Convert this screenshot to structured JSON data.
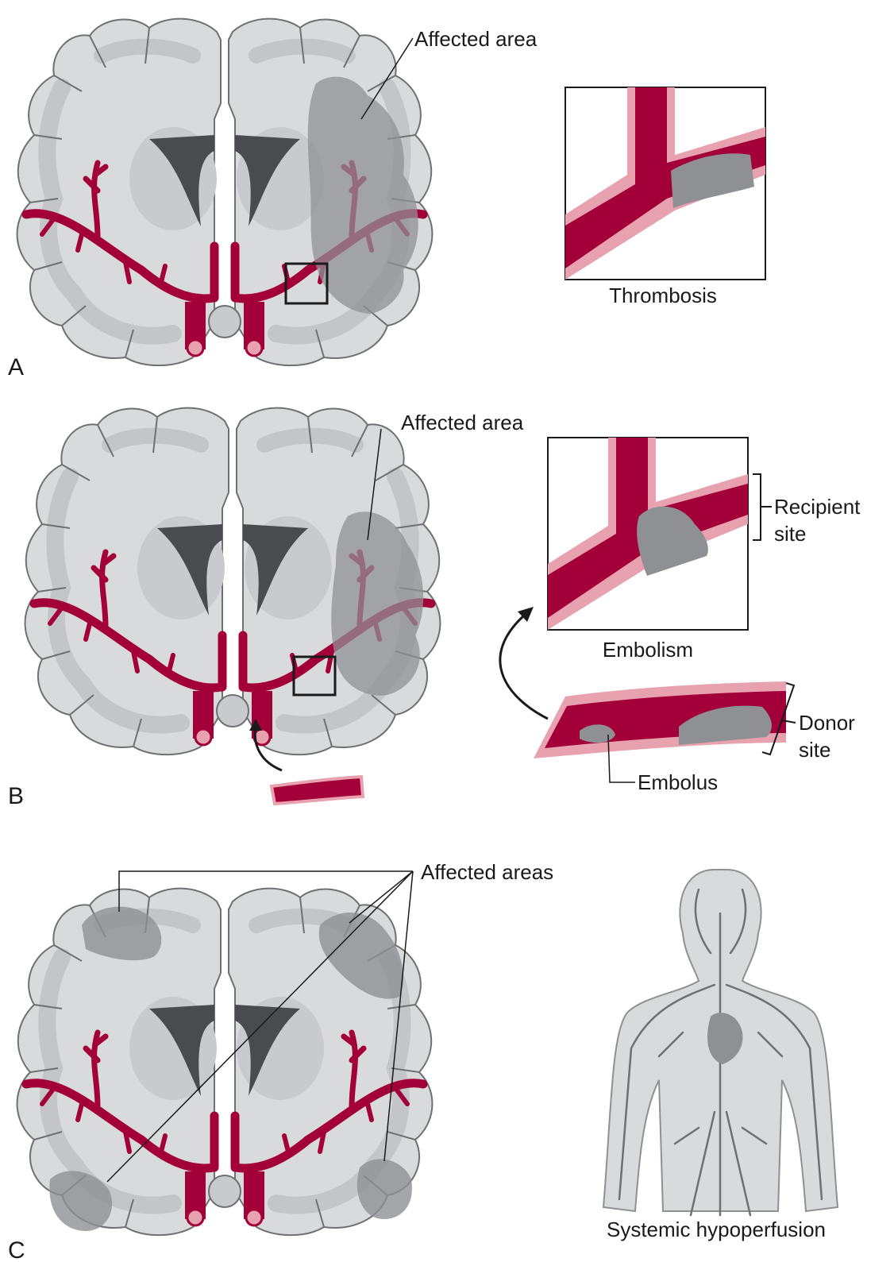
{
  "panels": {
    "a": {
      "letter": "A",
      "affected_label": "Affected area",
      "inset_caption": "Thrombosis"
    },
    "b": {
      "letter": "B",
      "affected_label": "Affected area",
      "inset_caption": "Embolism",
      "recipient_label": "Recipient",
      "recipient_label_2": "site",
      "donor_label": "Donor",
      "donor_label_2": "site",
      "embolus_label": "Embolus"
    },
    "c": {
      "letter": "C",
      "affected_label": "Affected areas",
      "body_caption": "Systemic hypoperfusion"
    }
  },
  "colors": {
    "artery": "#a3003a",
    "artery_wall": "#e8a1ae",
    "brain_fill": "#d9dadc",
    "brain_outline": "#6f7073",
    "cortex_band": "#c4c5c8",
    "affected": "#8f9094",
    "ventricle": "#4a4b4e"
  }
}
